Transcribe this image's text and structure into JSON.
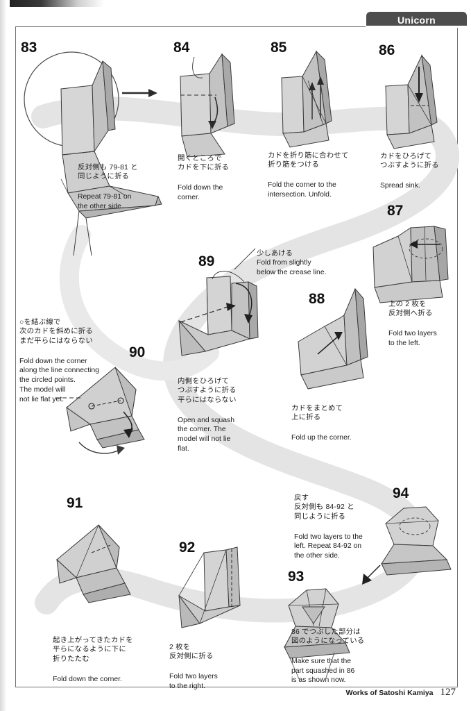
{
  "header": {
    "title": "Unicorn"
  },
  "footer": {
    "credit": "Works of Satoshi Kamiya",
    "page": "127"
  },
  "steps": [
    {
      "number": "83",
      "jp": "反対側も 79-81 と\n同じように折る",
      "en": "Repeat 79-81 on\nthe other side."
    },
    {
      "number": "84",
      "jp": "開くところで\nカドを下に折る",
      "en": "Fold down the\ncorner."
    },
    {
      "number": "85",
      "jp": "カドを折り筋に合わせて\n折り筋をつける",
      "en": "Fold the corner to the\nintersection. Unfold."
    },
    {
      "number": "86",
      "jp": "カドをひろげて\nつぶすように折る",
      "en": "Spread sink."
    },
    {
      "number": "87",
      "jp": "上の 2 枚を\n反対側へ折る",
      "en": "Fold two layers\nto the left."
    },
    {
      "number": "88",
      "jp": "カドをまとめて\n上に折る",
      "en": "Fold up the corner."
    },
    {
      "number": "89",
      "jp": "内側をひろげて\nつぶすように折る\n平らにはならない",
      "en": "Open and squash\nthe corner. The\nmodel will not lie\nflat."
    },
    {
      "number": "90",
      "jp": "○を結ぶ線で\n次のカドを斜めに折る\nまだ平らにはならない",
      "en": "Fold down the corner\nalong the line connecting\nthe circled points.\nThe model will\nnot lie flat yet."
    },
    {
      "number": "91",
      "jp": "起き上がってきたカドを\n平らになるように下に\n折りたたむ",
      "en": "Fold down the corner."
    },
    {
      "number": "92",
      "jp": "2 枚を\n反対側に折る",
      "en": "Fold two layers\nto the right."
    },
    {
      "number": "93",
      "jp": "86 でつぶした部分は\n図のようになっている",
      "en": "Make sure that the\npart squashed in 86\nis as shown now."
    },
    {
      "number": "94",
      "jp": "戻す\n反対側も 84-92 と\n同じように折る",
      "en": "Fold two layers to the\nleft. Repeat 84-92 on\nthe other side."
    }
  ],
  "annotations": [
    {
      "id": "crease-note",
      "jp": "少しあける",
      "en": "Fold from slightly\nbelow the crease line."
    }
  ],
  "colors": {
    "tab_bg": "#4d4d4d",
    "paper_light": "#d8d8d8",
    "paper_mid": "#b9b9b9",
    "paper_dark": "#9a9a9a",
    "line": "#3a3a3a",
    "ribbon": "#e2e2e2"
  }
}
